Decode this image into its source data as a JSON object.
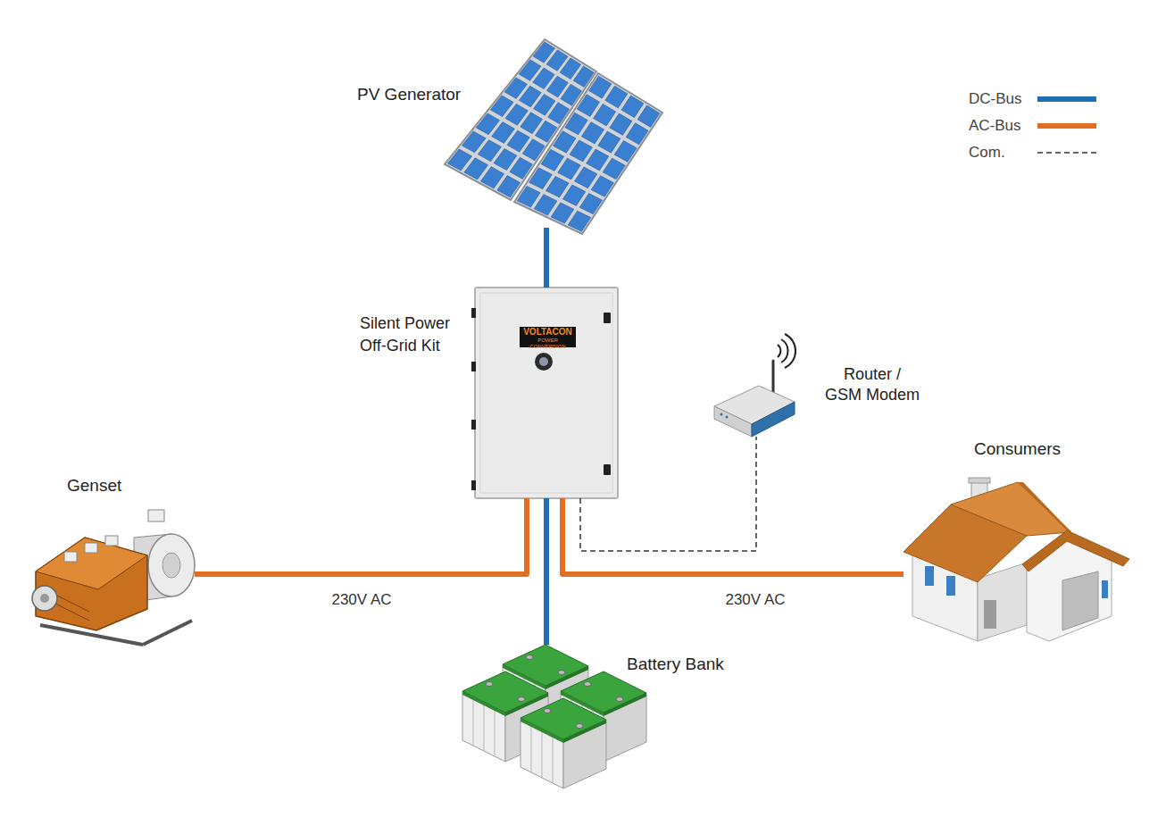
{
  "diagram": {
    "nodes": [
      {
        "text": [
          "PV Generator"
        ]
      },
      {
        "text": [
          "Silent Power Off-Grid Kit",
          "VOLTACON",
          "POWER CONVERSION"
        ]
      },
      {
        "text": [
          "Router / GSM Modem"
        ]
      },
      {
        "text": [
          "Consumers"
        ]
      },
      {
        "text": [
          "Genset"
        ]
      },
      {
        "text": [
          "Battery Bank"
        ]
      }
    ],
    "edges": [
      {
        "from": 0,
        "to": 1,
        "arrow": "none"
      },
      {
        "from": 4,
        "to": 1,
        "label": "230V AC",
        "arrow": "none"
      },
      {
        "from": 1,
        "to": 3,
        "label": "230V AC",
        "arrow": "none"
      },
      {
        "from": 1,
        "to": 2,
        "arrow": "none"
      },
      {
        "from": 1,
        "to": 5,
        "arrow": "none"
      }
    ],
    "legend": [
      {
        "text": "DC-Bus",
        "color": "#1f6fb2"
      },
      {
        "text": "AC-Bus",
        "color": "#e06f1f"
      },
      {
        "text": "Com."
      }
    ]
  }
}
